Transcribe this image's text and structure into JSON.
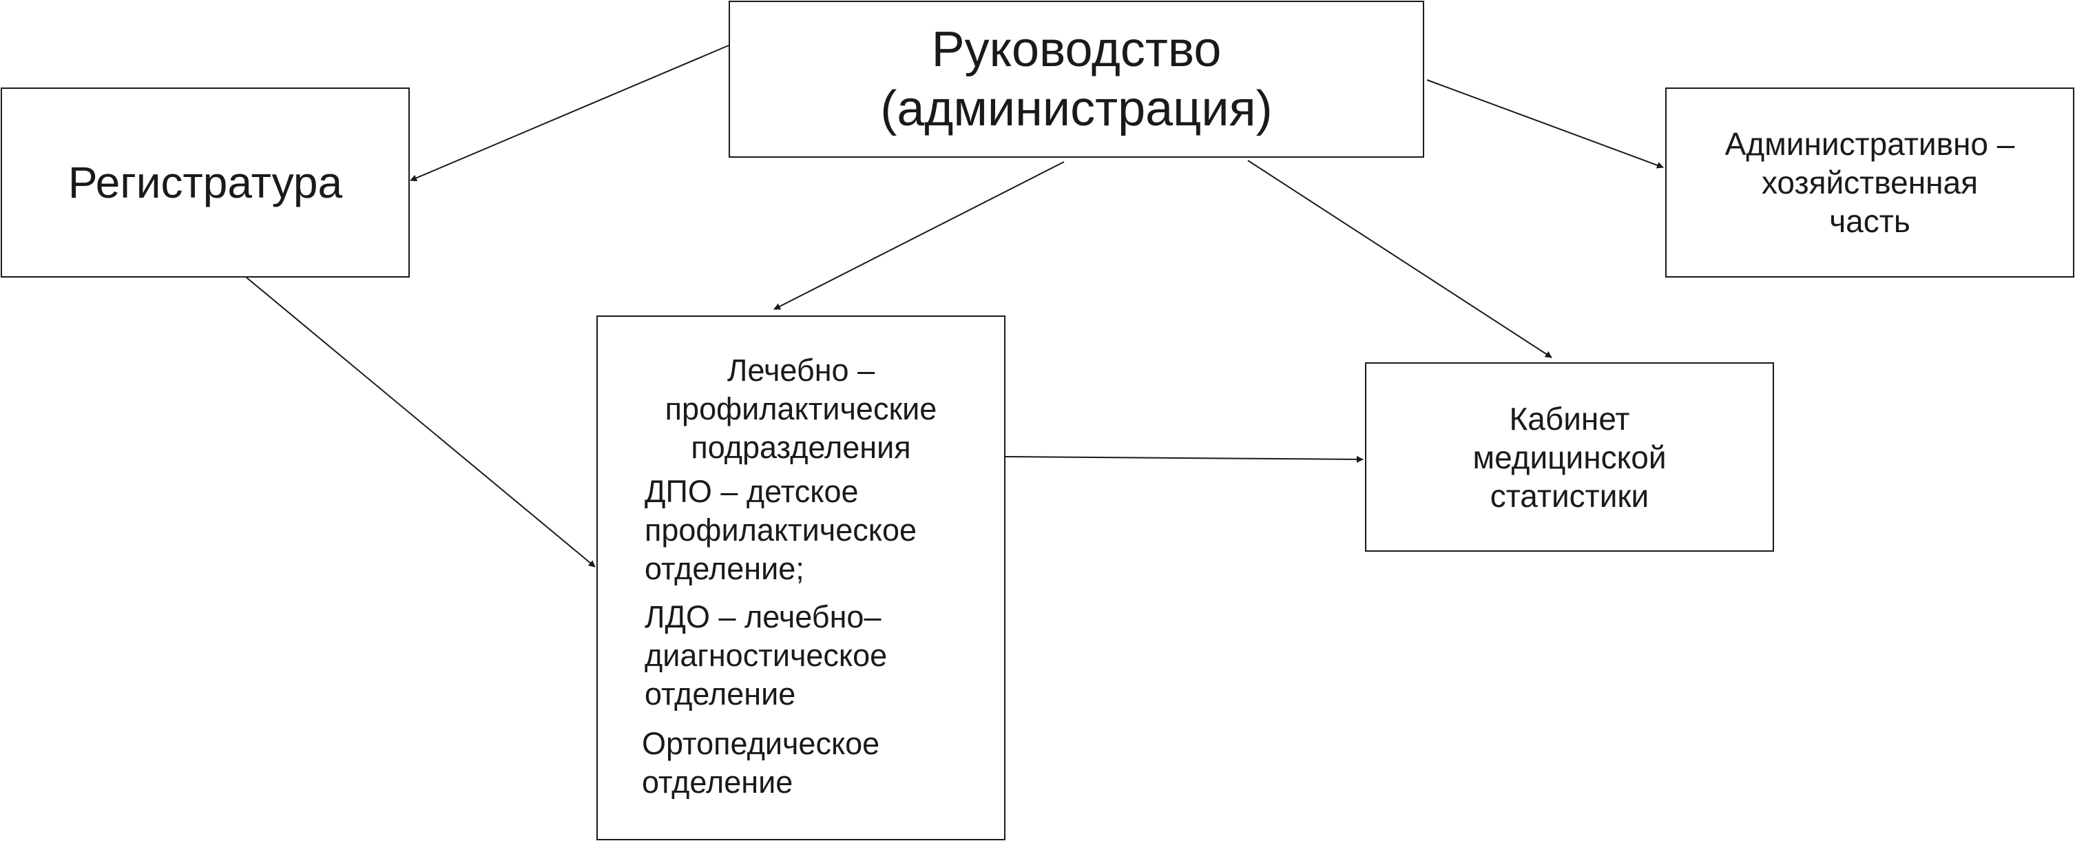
{
  "nodes": {
    "management": {
      "lines": [
        "Руководство",
        "(администрация)"
      ]
    },
    "registry": {
      "lines": [
        "Регистратура"
      ]
    },
    "admin_household": {
      "lines": [
        "Административно –",
        "хозяйственная",
        "часть"
      ]
    },
    "medical_stats": {
      "lines": [
        "Кабинет",
        "медицинской",
        "статистики"
      ]
    },
    "departments": {
      "heading": [
        "Лечебно –",
        "профилактические",
        "подразделения"
      ],
      "items": [
        {
          "lines": [
            "ДПО – детское",
            "профилактическое",
            "отделение;"
          ]
        },
        {
          "lines": [
            "ЛДО – лечебно–",
            "диагностическое",
            "отделение"
          ]
        },
        {
          "lines": [
            "Ортопедическое",
            "отделение"
          ]
        }
      ]
    }
  },
  "edges": [
    {
      "from": "management",
      "to": "registry"
    },
    {
      "from": "management",
      "to": "departments"
    },
    {
      "from": "management",
      "to": "medical_stats"
    },
    {
      "from": "management",
      "to": "admin_household"
    },
    {
      "from": "registry",
      "to": "departments"
    },
    {
      "from": "departments",
      "to": "medical_stats"
    }
  ],
  "colors": {
    "stroke": "#1a1a1a",
    "background": "#ffffff"
  }
}
